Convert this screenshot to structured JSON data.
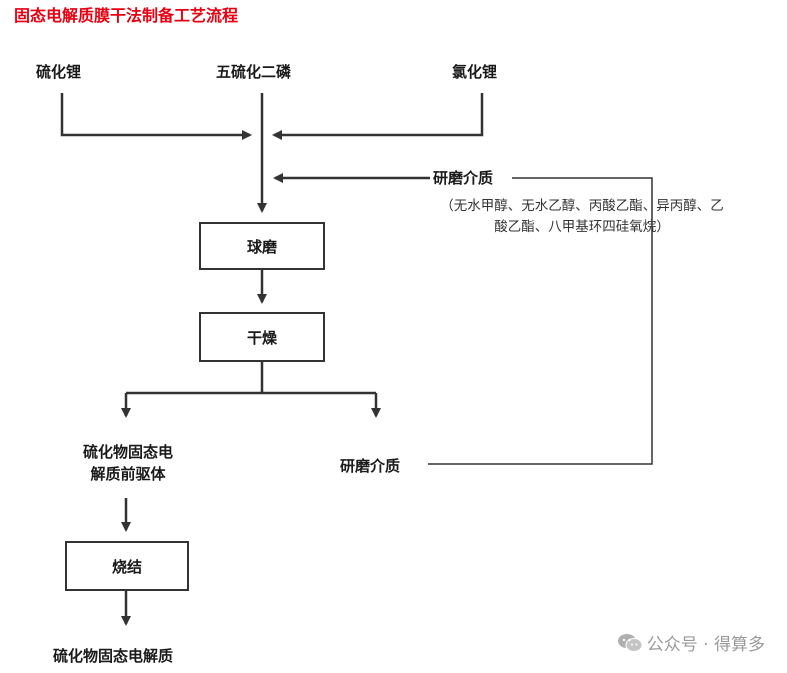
{
  "title": "固态电解质膜干法制备工艺流程",
  "inputs": {
    "li2s": "硫化锂",
    "p2s5": "五硫化二磷",
    "licl": "氯化锂"
  },
  "grinding_media": {
    "label": "研磨介质",
    "note_line1": "（无水甲醇、无水乙醇、丙酸乙酯、异丙醇、乙",
    "note_line2": "酸乙酯、八甲基环四硅氧烷）"
  },
  "steps": {
    "ball_mill": "球磨",
    "dry": "干燥",
    "sinter": "烧结"
  },
  "outputs": {
    "precursor_line1": "硫化物固态电",
    "precursor_line2": "解质前驱体",
    "recovered_media": "研磨介质",
    "final": "硫化物固态电解质"
  },
  "watermark": {
    "text": "公众号 · 得算多",
    "icon": "wechat-icon"
  },
  "colors": {
    "title": "#e60012",
    "line": "#333333",
    "watermark": "#9a9a9a"
  }
}
